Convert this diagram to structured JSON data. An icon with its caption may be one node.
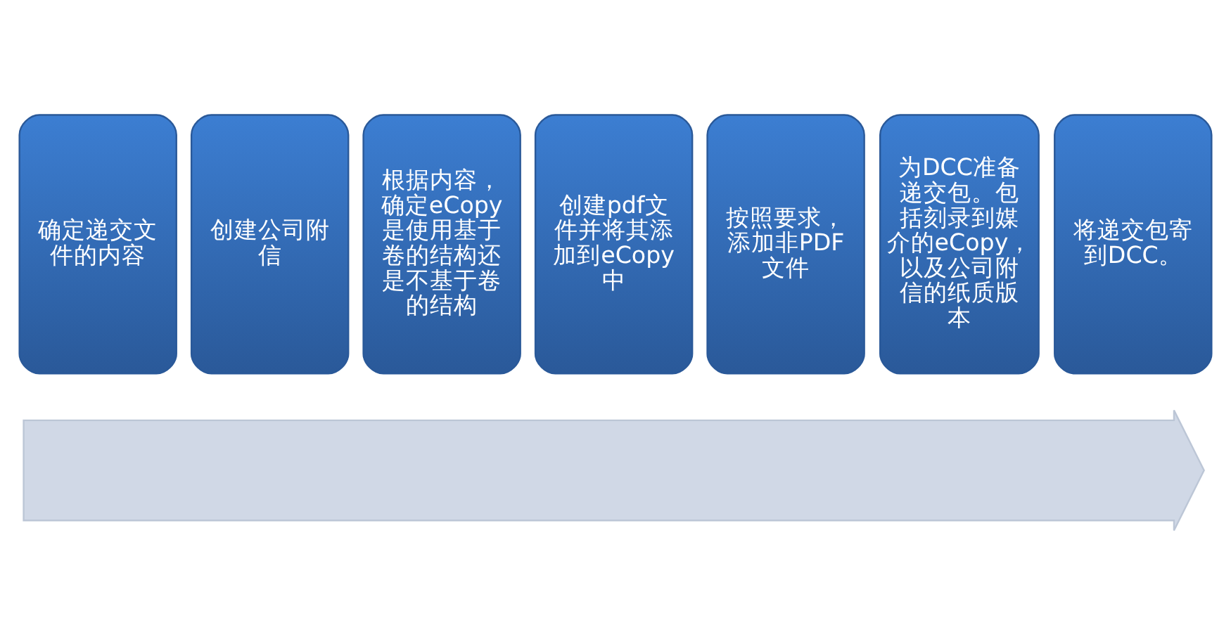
{
  "diagram": {
    "nodes": [
      {
        "text": [],
        "shape": "arrow"
      },
      {
        "text": [
          "确定递交文件的内容"
        ]
      },
      {
        "text": [
          "创建公司附信"
        ]
      },
      {
        "text": [
          "根据内容，确定eCopy是使用基于卷的结构还是不基于卷的结构"
        ]
      },
      {
        "text": [
          "创建pdf文件并将其添加到eCopy中"
        ]
      },
      {
        "text": [
          "按照要求，添加非PDF文件"
        ]
      },
      {
        "text": [
          "为DCC准备递交包。包括刻录到媒介的eCopy，以及公司附信的纸质版本"
        ]
      },
      {
        "text": [
          "将递交包寄到DCC。"
        ]
      }
    ],
    "edges": []
  }
}
